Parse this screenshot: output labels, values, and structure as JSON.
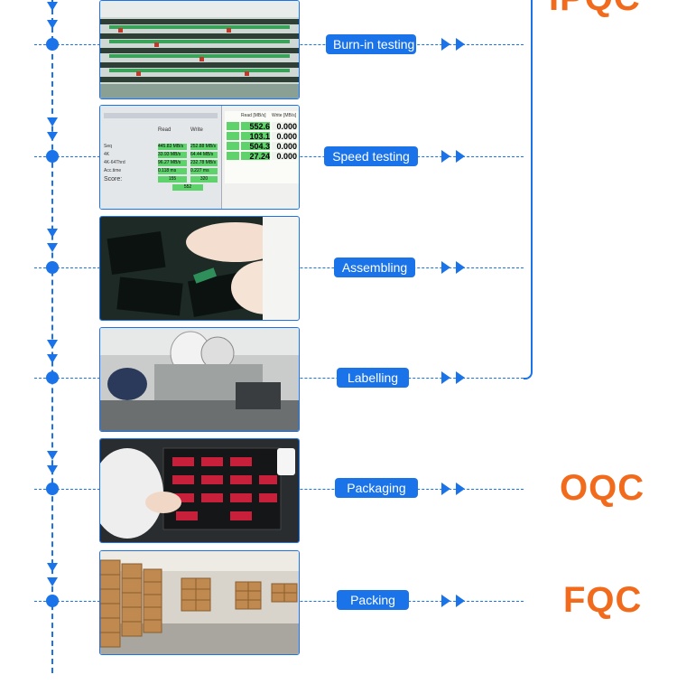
{
  "steps": [
    {
      "label": "Burn-in testing"
    },
    {
      "label": "Speed testing"
    },
    {
      "label": "Assembling"
    },
    {
      "label": "Labelling"
    },
    {
      "label": "Packaging"
    },
    {
      "label": "Packing"
    }
  ],
  "speed_screen": {
    "read_header": "Read",
    "write_header": "Write",
    "rows": [
      {
        "name": "Seq",
        "read": "445.83 MB/s",
        "write": "252.88 MB/s"
      },
      {
        "name": "4K",
        "read": "33.93 MB/s",
        "write": "64.44 MB/s"
      },
      {
        "name": "4K-64Thrd",
        "read": "96.27 MB/s",
        "write": "232.78 MB/s"
      },
      {
        "name": "Acc.time",
        "read": "0.118 ms",
        "write": "0.227 ms"
      }
    ],
    "score_label": "Score:",
    "score_read": "155",
    "score_write": "320",
    "score_total": "552",
    "right_read_header": "Read [MB/s]",
    "right_write_header": "Write [MB/s]",
    "right_rows": [
      {
        "read": "552.6",
        "write": "0.000"
      },
      {
        "read": "103.1",
        "write": "0.000"
      },
      {
        "read": "504.3",
        "write": "0.000"
      },
      {
        "read": "27.24",
        "write": "0.000"
      }
    ]
  },
  "qc": {
    "ipqc": "IPQC",
    "oqc": "OQC",
    "fqc": "FQC"
  },
  "colors": {
    "accent": "#1a73e8",
    "qc": "#f26a1b"
  }
}
